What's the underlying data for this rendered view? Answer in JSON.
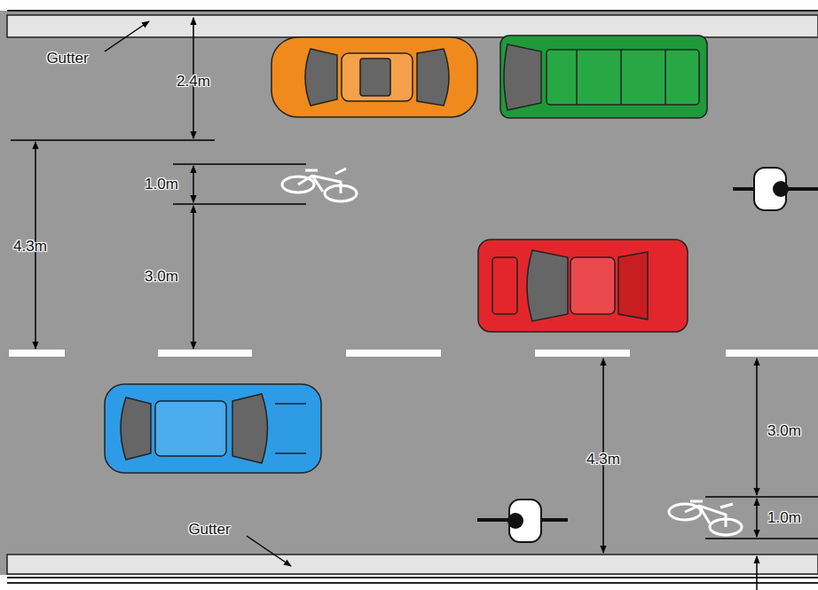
{
  "diagram": {
    "labels": [
      "Gutter",
      "2.4m",
      "4.3m",
      "1.0m",
      "3.0m",
      "4.3m",
      "3.0m",
      "Gutter",
      "1.0m"
    ]
  }
}
